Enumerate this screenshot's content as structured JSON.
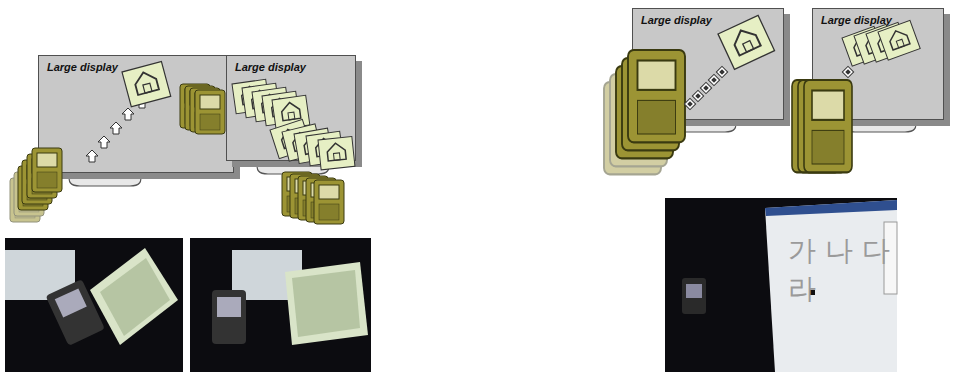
{
  "diagram": {
    "nodes": [
      {
        "text": [
          "Large display"
        ]
      },
      {
        "text": [
          "Large display"
        ]
      },
      {
        "text": [
          "Large display"
        ]
      },
      {
        "text": [
          "Large display"
        ]
      }
    ],
    "labels": [
      "가 나 다",
      "라"
    ]
  }
}
